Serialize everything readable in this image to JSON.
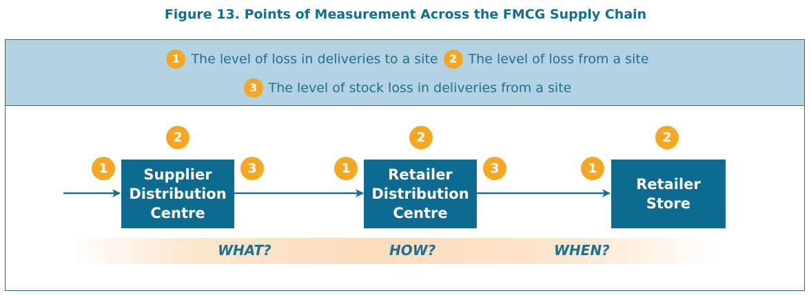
{
  "title": "Figure 13. Points of Measurement Across the FMCG Supply Chain",
  "legend": [
    {
      "number": "1",
      "text": "The level of loss in deliveries to a site"
    },
    {
      "number": "2",
      "text": "The level of loss from a site"
    },
    {
      "number": "3",
      "text": "The level of stock loss in deliveries from a site"
    }
  ],
  "nodes": [
    {
      "label_lines": [
        "Supplier",
        "Distribution",
        "Centre"
      ],
      "badges": [
        "1",
        "2",
        "3"
      ]
    },
    {
      "label_lines": [
        "Retailer",
        "Distribution",
        "Centre"
      ],
      "badges": [
        "1",
        "2",
        "3"
      ]
    },
    {
      "label_lines": [
        "Retailer",
        "Store"
      ],
      "badges": [
        "1",
        "2"
      ]
    }
  ],
  "questions": [
    "WHAT?",
    "HOW?",
    "WHEN?"
  ],
  "colors": {
    "title": "#0e6f96",
    "legend_band": "#b3d3e4",
    "box": "#0d6a90",
    "badge": "#f5a623",
    "arrow": "#1b6d8e",
    "gradient": "#fcdcbd"
  }
}
